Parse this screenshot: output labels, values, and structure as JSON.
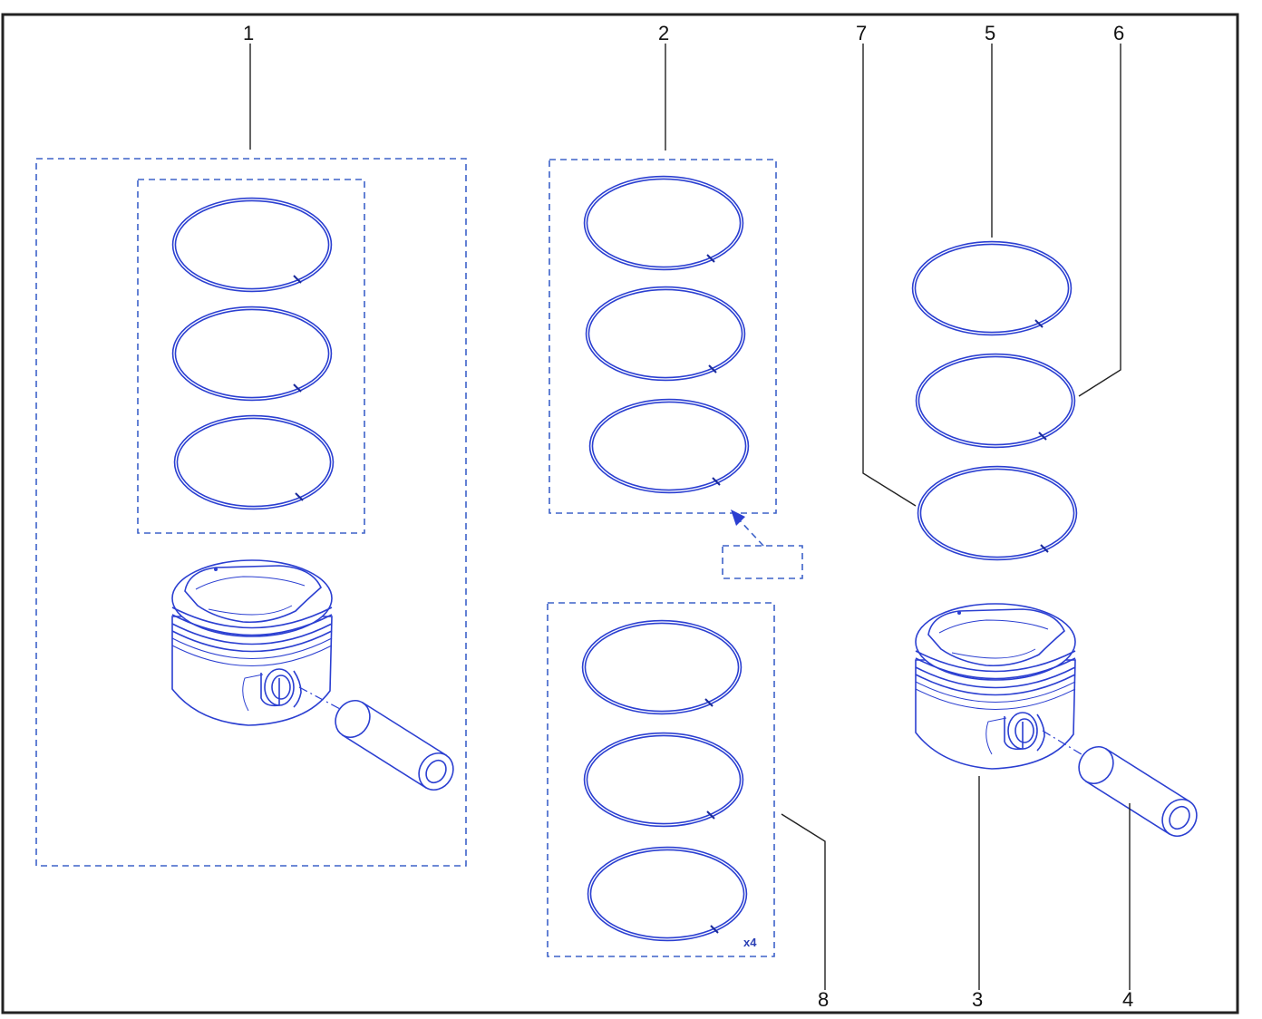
{
  "callouts": {
    "c1": "1",
    "c2": "2",
    "c3": "3",
    "c4": "4",
    "c5": "5",
    "c6": "6",
    "c7": "7",
    "c8": "8"
  },
  "quantity_label": "x4",
  "colors": {
    "part_line": "#2b3fd1",
    "dashed_box": "#3d62c9",
    "frame": "#222222"
  }
}
